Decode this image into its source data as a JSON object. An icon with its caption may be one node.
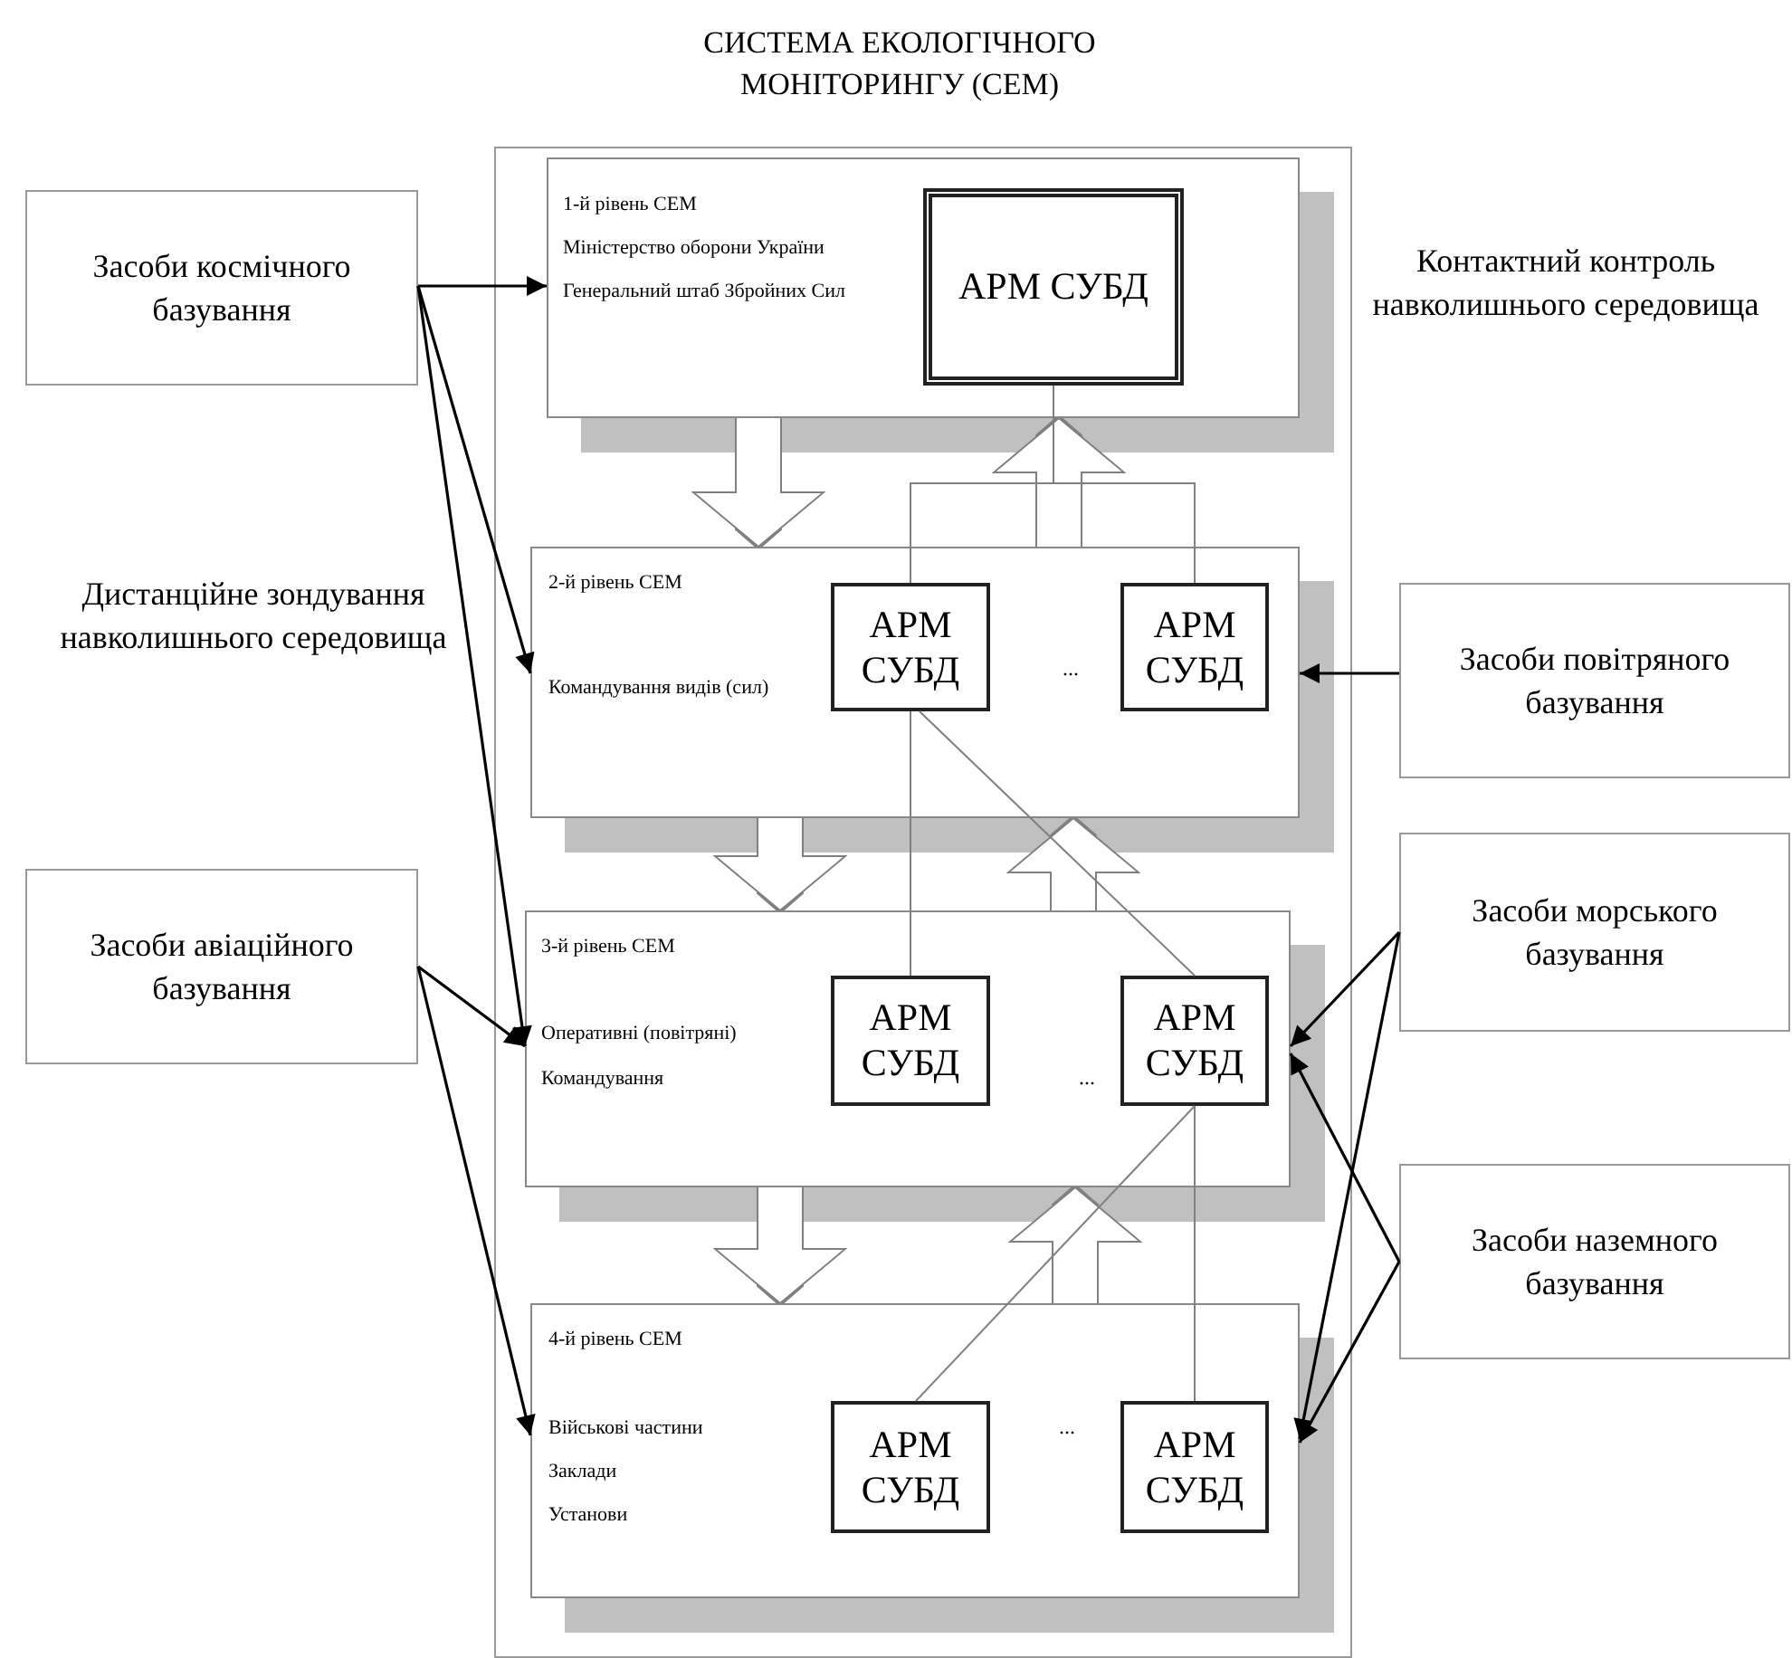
{
  "diagram": {
    "title": "СИСТЕМА ЕКОЛОГІЧНОГО МОНІТОРИНГУ (СЕМ)",
    "nodes": [
      {
        "text": [],
        "shape": "box"
      },
      {
        "text": [
          "1-й рівень СЕМ",
          "Міністерство оборони України",
          "Генеральний штаб Збройних Сил"
        ],
        "in": 0
      },
      {
        "text": [
          "АРМ СУБД"
        ],
        "in": 1
      },
      {
        "text": [
          "2-й рівень СЕМ",
          "Командування видів (сил)"
        ],
        "in": 0
      },
      {
        "text": [
          "АРМ СУБД"
        ],
        "in": 3
      },
      {
        "text": [
          "АРМ СУБД"
        ],
        "in": 3
      },
      {
        "text": [
          "3-й рівень СЕМ",
          "Оперативні (повітряні)",
          "Командування"
        ],
        "in": 0
      },
      {
        "text": [
          "АРМ СУБД"
        ],
        "in": 6
      },
      {
        "text": [
          "АРМ СУБД"
        ],
        "in": 6
      },
      {
        "text": [
          "4-й рівень СЕМ",
          "Військові частини",
          "Заклади",
          "Установи"
        ],
        "in": 0
      },
      {
        "text": [
          "АРМ СУБД"
        ],
        "in": 9
      },
      {
        "text": [
          "АРМ СУБД"
        ],
        "in": 9
      },
      {
        "text": [
          "Засоби космічного базування"
        ]
      },
      {
        "text": [
          "Засоби авіаційного базування"
        ]
      },
      {
        "text": [
          "Засоби повітряного базування"
        ]
      },
      {
        "text": [
          "Засоби морського базування"
        ]
      },
      {
        "text": [
          "Засоби наземного базування"
        ]
      }
    ],
    "edges": [
      {
        "from": 12,
        "to": 1,
        "arrow": "to",
        "color": "#000000"
      },
      {
        "from": 12,
        "to": 3,
        "arrow": "to",
        "color": "#000000"
      },
      {
        "from": 12,
        "to": 6,
        "arrow": "to",
        "color": "#000000"
      },
      {
        "from": 13,
        "to": 6,
        "arrow": "to",
        "color": "#000000"
      },
      {
        "from": 13,
        "to": 9,
        "arrow": "to",
        "color": "#000000"
      },
      {
        "from": 14,
        "to": 3,
        "arrow": "to",
        "color": "#000000"
      },
      {
        "from": 15,
        "to": 6,
        "arrow": "to",
        "color": "#000000"
      },
      {
        "from": 15,
        "to": 9,
        "arrow": "to",
        "color": "#000000"
      },
      {
        "from": 16,
        "to": 6,
        "arrow": "to",
        "color": "#000000"
      },
      {
        "from": 16,
        "to": 9,
        "arrow": "to",
        "color": "#000000"
      },
      {
        "from": 1,
        "to": 3,
        "arrow": "to",
        "style": "thick",
        "color": "#808080"
      },
      {
        "from": 3,
        "to": 1,
        "arrow": "to",
        "style": "thick",
        "color": "#808080"
      },
      {
        "from": 3,
        "to": 6,
        "arrow": "to",
        "style": "thick",
        "color": "#808080"
      },
      {
        "from": 6,
        "to": 3,
        "arrow": "to",
        "style": "thick",
        "color": "#808080"
      },
      {
        "from": 6,
        "to": 9,
        "arrow": "to",
        "style": "thick",
        "color": "#808080"
      },
      {
        "from": 9,
        "to": 6,
        "arrow": "to",
        "style": "thick",
        "color": "#808080"
      },
      {
        "from": 4,
        "to": 2,
        "arrow": "none",
        "color": "#808080"
      },
      {
        "from": 5,
        "to": 2,
        "arrow": "none",
        "color": "#808080"
      },
      {
        "from": 4,
        "to": 7,
        "arrow": "none",
        "color": "#808080"
      },
      {
        "from": 4,
        "to": 8,
        "arrow": "none",
        "color": "#808080"
      },
      {
        "from": 8,
        "to": 10,
        "arrow": "none",
        "color": "#808080"
      },
      {
        "from": 8,
        "to": 11,
        "arrow": "none",
        "color": "#808080"
      }
    ],
    "labels": [
      "Дистанційне зондування навколишнього середовища",
      "Контактний контроль навколишнього середовища",
      "...",
      "...",
      "..."
    ]
  }
}
